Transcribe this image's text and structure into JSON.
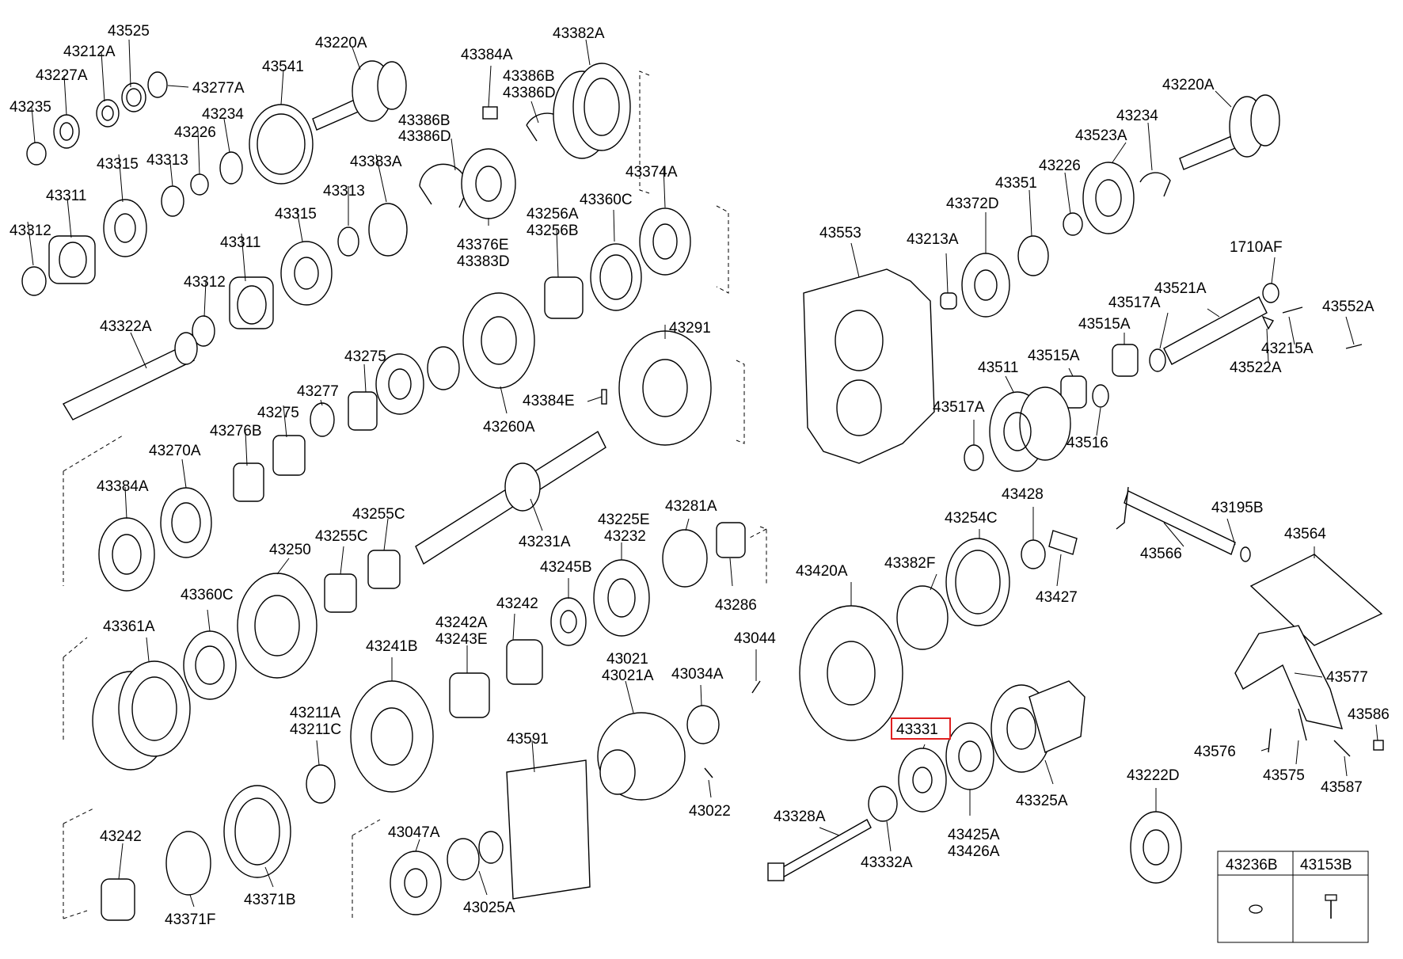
{
  "highlight": {
    "part": "43331",
    "color": "#e02020"
  },
  "labels": {
    "l43525": "43525",
    "l43212A": "43212A",
    "l43227A": "43227A",
    "l43277A": "43277A",
    "l43235": "43235",
    "l43541": "43541",
    "l43220A_1": "43220A",
    "l43384A_1": "43384A",
    "l43382A": "43382A",
    "l43386B_1": "43386B",
    "l43386D_1": "43386D",
    "l43234_1": "43234",
    "l43226_1": "43226",
    "l43315_1": "43315",
    "l43313_1": "43313",
    "l43386B_2": "43386B",
    "l43386D_2": "43386D",
    "l43383A": "43383A",
    "l43311_1": "43311",
    "l43313_2": "43313",
    "l43312_1": "43312",
    "l43315_2": "43315",
    "l43374A": "43374A",
    "l43360C_1": "43360C",
    "l43256A": "43256A",
    "l43256B": "43256B",
    "l43376E": "43376E",
    "l43383D": "43383D",
    "l43311_2": "43311",
    "l43312_2": "43312",
    "l43322A": "43322A",
    "l43291": "43291",
    "l43275_1": "43275",
    "l43277": "43277",
    "l43384E": "43384E",
    "l43260A": "43260A",
    "l43270A": "43270A",
    "l43276B": "43276B",
    "l43275_2": "43275",
    "l43384A_2": "43384A",
    "l43255C_1": "43255C",
    "l43255C_2": "43255C",
    "l43250": "43250",
    "l43231A": "43231A",
    "l43225E": "43225E",
    "l43232": "43232",
    "l43281A": "43281A",
    "l43245B": "43245B",
    "l43286": "43286",
    "l43360C_2": "43360C",
    "l43242_1": "43242",
    "l43242A": "43242A",
    "l43243E": "43243E",
    "l43361A": "43361A",
    "l43241B": "43241B",
    "l43044": "43044",
    "l43021": "43021",
    "l43021A": "43021A",
    "l43034A": "43034A",
    "l43211A": "43211A",
    "l43211C": "43211C",
    "l43591": "43591",
    "l43022": "43022",
    "l43242_2": "43242",
    "l43047A": "43047A",
    "l43371B": "43371B",
    "l43371F": "43371F",
    "l43025A": "43025A",
    "l43220A_2": "43220A",
    "l43234_2": "43234",
    "l43523A": "43523A",
    "l43226_2": "43226",
    "l43351": "43351",
    "l43372D": "43372D",
    "l43553": "43553",
    "l43213A": "43213A",
    "l1710AF": "1710AF",
    "l43521A": "43521A",
    "l43517A_1": "43517A",
    "l43552A": "43552A",
    "l43515A_1": "43515A",
    "l43215A": "43215A",
    "l43511": "43511",
    "l43515A_2": "43515A",
    "l43522A": "43522A",
    "l43517A_2": "43517A",
    "l43516": "43516",
    "l43428": "43428",
    "l43254C": "43254C",
    "l43195B": "43195B",
    "l43564": "43564",
    "l43566": "43566",
    "l43427": "43427",
    "l43382F": "43382F",
    "l43420A": "43420A",
    "l43577": "43577",
    "l43586": "43586",
    "l43331": "43331",
    "l43576": "43576",
    "l43575": "43575",
    "l43587": "43587",
    "l43328A": "43328A",
    "l43325A": "43325A",
    "l43222D": "43222D",
    "l43425A": "43425A",
    "l43426A": "43426A",
    "l43332A": "43332A"
  },
  "legend": {
    "col1": "43236B",
    "col2": "43153B"
  }
}
